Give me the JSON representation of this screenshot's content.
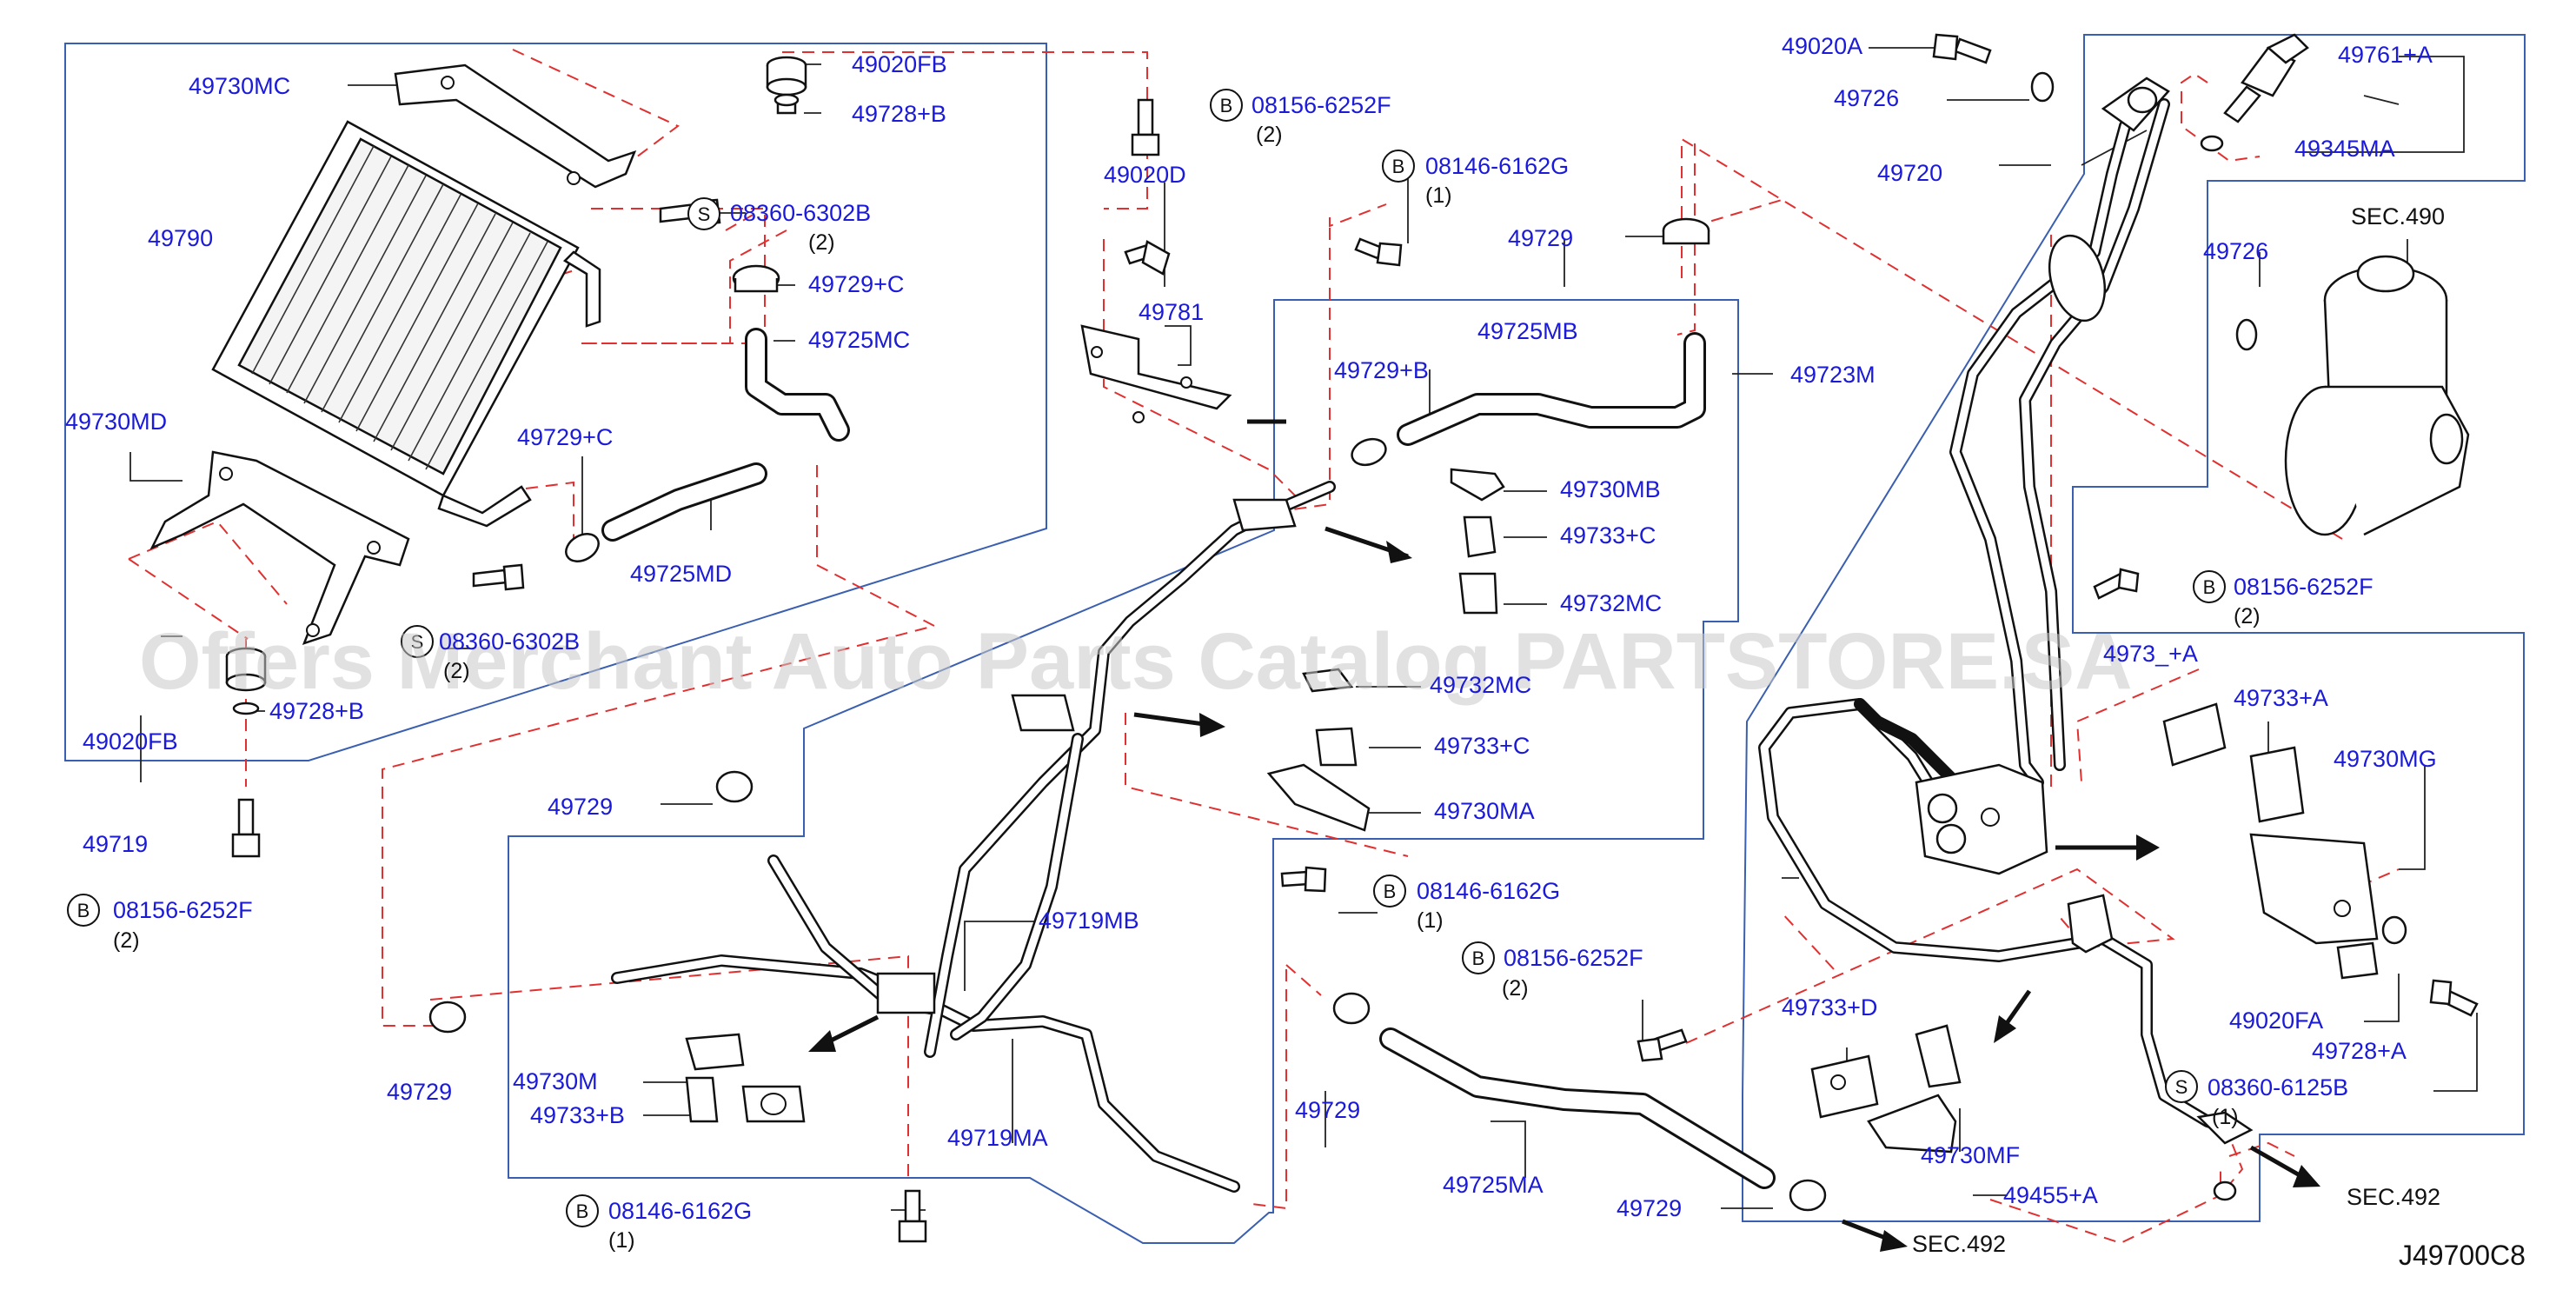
{
  "diagram_code": "J49700C8",
  "watermark": "Offers Merchant Auto Parts Catalog PARTSTORE.SA",
  "callouts": {
    "p49730MC": "49730MC",
    "p49020FB_top": "49020FB",
    "p49728B_top": "49728+B",
    "p49790": "49790",
    "p08360_6302B_a": "08360-6302B",
    "q08360_a": "(2)",
    "p49729C": "49729+C",
    "p49725MC": "49725MC",
    "p49730MD": "49730MD",
    "p49729C_2": "49729+C",
    "p49725MD": "49725MD",
    "p08360_6302B_b": "08360-6302B",
    "q08360_b": "(2)",
    "p49728B_bot": "49728+B",
    "p49020FB_bot": "49020FB",
    "p49719": "49719",
    "p08156_6252F_a": "08156-6252F",
    "q08156_a": "(2)",
    "p08156_6252F_b": "08156-6252F",
    "q08156_b": "(2)",
    "p49020D": "49020D",
    "p08146_6162G_a": "08146-6162G",
    "q08146_a": "(1)",
    "p49781": "49781",
    "p49729_a": "49729",
    "p49725MB": "49725MB",
    "p49729B": "49729+B",
    "p49723M": "49723M",
    "p49730MB": "49730MB",
    "p49733C_a": "49733+C",
    "p49732MC": "49732MC",
    "p49732MC_2": "49732MC",
    "p49733C_b": "49733+C",
    "p49730MA": "49730MA",
    "p49729_b": "49729",
    "p49719MB": "49719MB",
    "p08146_6162G_b": "08146-6162G",
    "q08146_b": "(1)",
    "p08156_6252F_c": "08156-6252F",
    "q08156_c": "(2)",
    "p49729_c": "49729",
    "p49730M": "49730M",
    "p49733B": "49733+B",
    "p49719MA": "49719MA",
    "p49729_d": "49729",
    "p49725MA": "49725MA",
    "p08146_6162G_c": "08146-6162G",
    "q08146_c": "(1)",
    "p49729_e": "49729",
    "p_sec492_a": "SEC.492",
    "p49020A": "49020A",
    "p49726_a": "49726",
    "p49761A": "49761+A",
    "p49345MA": "49345MA",
    "p49720": "49720",
    "p_sec490": "SEC.490",
    "p49726_b": "49726",
    "p08156_6252F_d": "08156-6252F",
    "q08156_d": "(2)",
    "p4973xA": "4973_+A",
    "p49733A": "49733+A",
    "p49730MG": "49730MG",
    "p49020FA": "49020FA",
    "p49728A": "49728+A",
    "p49733D": "49733+D",
    "p49730MF": "49730MF",
    "p08360_6125B": "08360-6125B",
    "q08360_c": "(1)",
    "p49455A": "49455+A",
    "p_sec492_b": "SEC.492"
  },
  "symbols": {
    "bolt": "B",
    "screw": "S"
  },
  "colors": {
    "callout_text": "#1a1ad8",
    "reference_line": "#e03030",
    "group_box": "#3a5fb0",
    "watermark": "#c8c8c8"
  }
}
